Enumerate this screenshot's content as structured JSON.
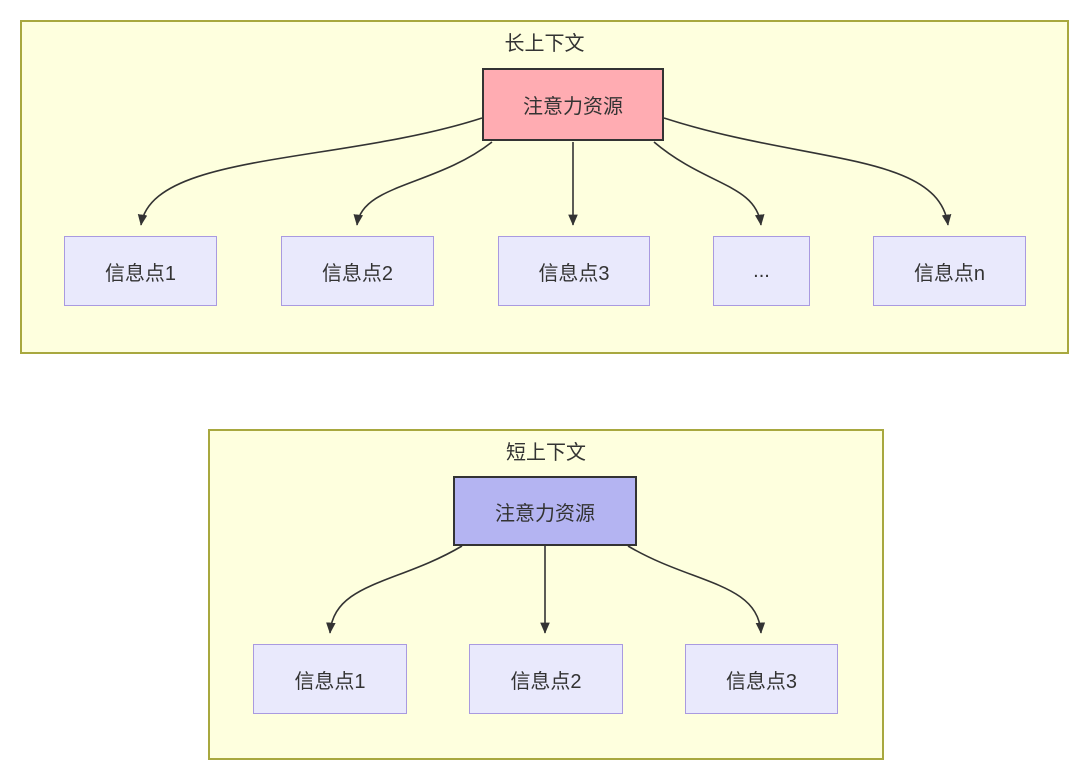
{
  "long_context": {
    "title": "长上下文",
    "attention_label": "注意力资源",
    "nodes": [
      "信息点1",
      "信息点2",
      "信息点3",
      "...",
      "信息点n"
    ]
  },
  "short_context": {
    "title": "短上下文",
    "attention_label": "注意力资源",
    "nodes": [
      "信息点1",
      "信息点2",
      "信息点3"
    ]
  },
  "colors": {
    "container_fill": "#feffde",
    "container_border": "#a8a83f",
    "long_attention_fill": "#ffacb2",
    "short_attention_fill": "#b4b4f2",
    "node_fill": "#e9e9fc",
    "node_border": "#a99ae0",
    "arrow": "#333333",
    "text": "#333333"
  }
}
